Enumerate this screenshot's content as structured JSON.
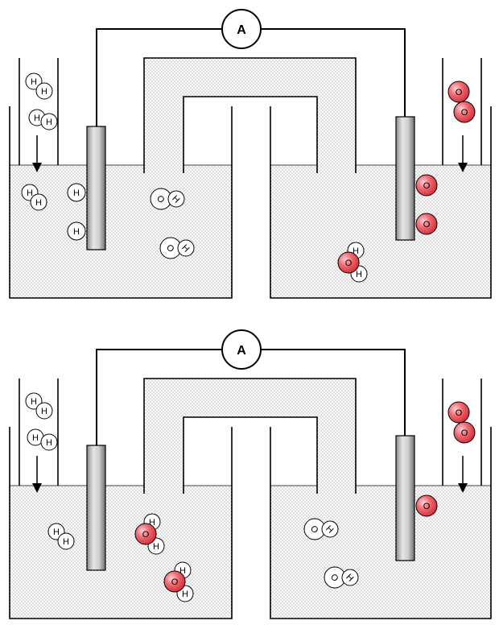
{
  "ammeter_label": "A",
  "hydrogen_symbol": "H",
  "oxygen_symbol": "O",
  "colors": {
    "outline": "#000000",
    "oxygen_fill": "#e8505a",
    "hydrogen_fill": "#ffffff",
    "electrode_light": "#e0e0e0",
    "electrode_dark": "#7a7a7a",
    "electrolyte_dot": "#555555"
  }
}
